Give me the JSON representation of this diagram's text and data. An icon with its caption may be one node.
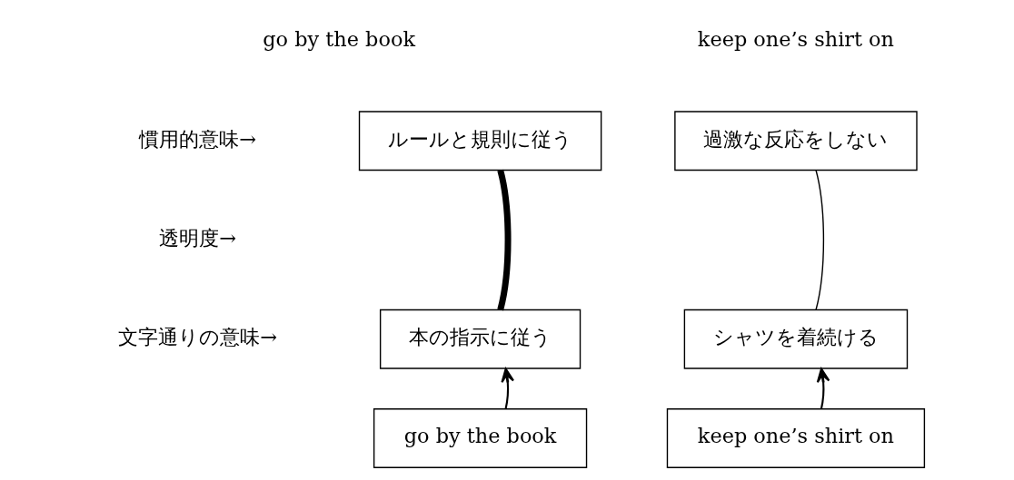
{
  "diagram": {
    "nodes": [
      {
        "text": [
          "ルールと規則に従う"
        ]
      },
      {
        "text": [
          "本の指示に従う"
        ]
      },
      {
        "text": [
          "go by the book"
        ]
      },
      {
        "text": [
          "過激な反応をしない"
        ]
      },
      {
        "text": [
          "シャツを着続ける"
        ]
      },
      {
        "text": [
          "keep one’s shirt on"
        ]
      }
    ],
    "edges": [
      {
        "from": 0,
        "to": 1,
        "arrow": "none",
        "style": "thick"
      },
      {
        "from": 2,
        "to": 1,
        "arrow": "to"
      },
      {
        "from": 3,
        "to": 4,
        "arrow": "none"
      },
      {
        "from": 5,
        "to": 4,
        "arrow": "to"
      }
    ],
    "labels": [
      "go by the book",
      "keep one’s shirt on",
      "慣用的意味→",
      "透明度→",
      "文字通りの意味→"
    ]
  }
}
